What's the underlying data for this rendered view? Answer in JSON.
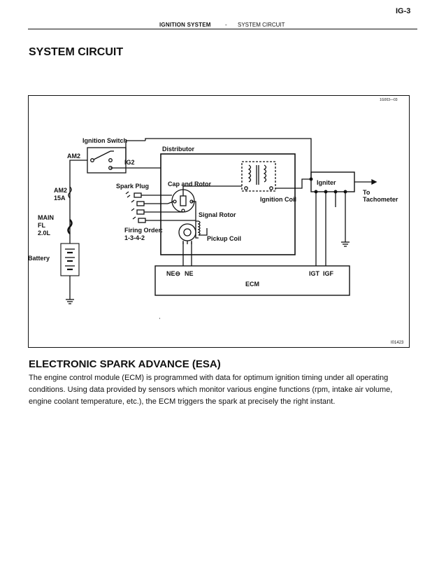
{
  "header": {
    "section": "IGNITION SYSTEM",
    "separator": "-",
    "subsection": "SYSTEM CIRCUIT",
    "page_number": "IG-3"
  },
  "section_title": "SYSTEM CIRCUIT",
  "diagram": {
    "top_ref": "1G003—03",
    "figure_id": "I01423",
    "labels": {
      "ignition_switch": "Ignition Switch",
      "am2_switch": "AM2",
      "ig2": "IG2",
      "distributor": "Distributor",
      "igniter": "Igniter",
      "spark_plug": "Spark Plug",
      "cap_rotor": "Cap and Rotor",
      "ignition_coil": "Ignition Coil",
      "to": "To",
      "tachometer": "Tachometer",
      "am2_fuse": "AM2",
      "am2_fuse_rating": "15A",
      "main_fl": "MAIN",
      "main_fl2": "FL",
      "main_fl_rating": "2.0L",
      "signal_rotor": "Signal Rotor",
      "firing_order": "Firing Order:",
      "firing_seq": "1-3-4-2",
      "pickup_coil": "Pickup Coil",
      "battery": "Battery",
      "ne_minus": "NE⊖",
      "ne": "NE",
      "igt": "IGT",
      "igf": "IGF",
      "ecm": "ECM"
    }
  },
  "esa": {
    "title": "ELECTRONIC SPARK ADVANCE (ESA)",
    "body": "The engine control module (ECM) is programmed with data for optimum ignition timing under all operating conditions. Using data provided by sensors which monitor various engine functions (rpm, intake air volume, engine coolant temperature, etc.), the ECM triggers the spark at precisely the right instant."
  }
}
